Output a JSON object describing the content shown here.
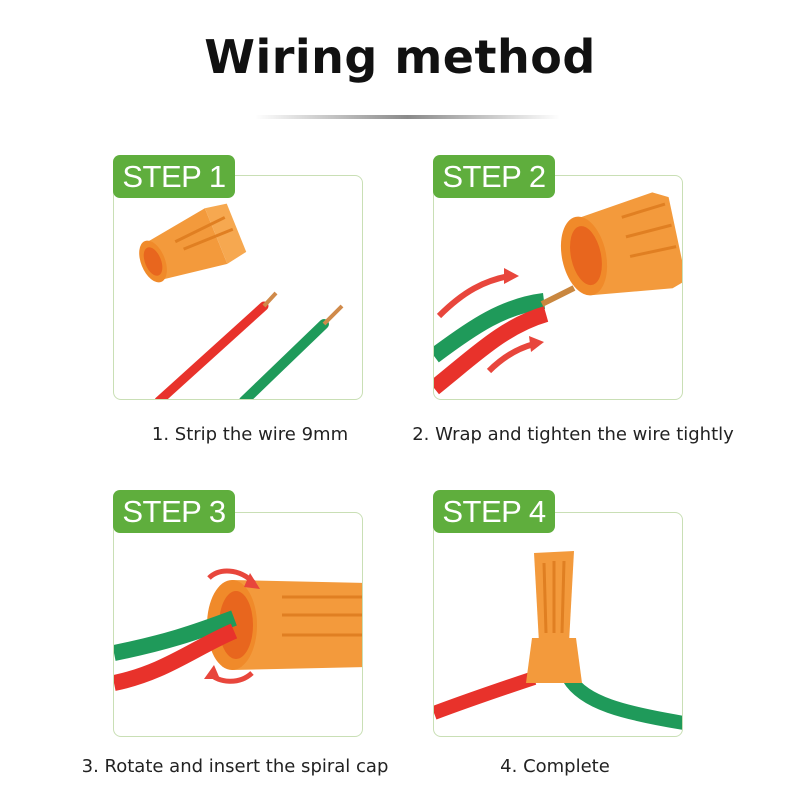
{
  "title": "Wiring method",
  "steps": [
    {
      "label": "STEP 1",
      "caption": "1. Strip the wire 9mm"
    },
    {
      "label": "STEP 2",
      "caption": "2. Wrap and tighten the wire tightly"
    },
    {
      "label": "STEP 3",
      "caption": "3. Rotate and insert the spiral cap"
    },
    {
      "label": "STEP 4",
      "caption": "4. Complete"
    }
  ],
  "colors": {
    "label_green": "#5fae3d",
    "cap_orange": "#f39a3c",
    "wire_red": "#e8322b",
    "wire_green": "#1f9a5a",
    "arrow_red": "#e8463c"
  }
}
